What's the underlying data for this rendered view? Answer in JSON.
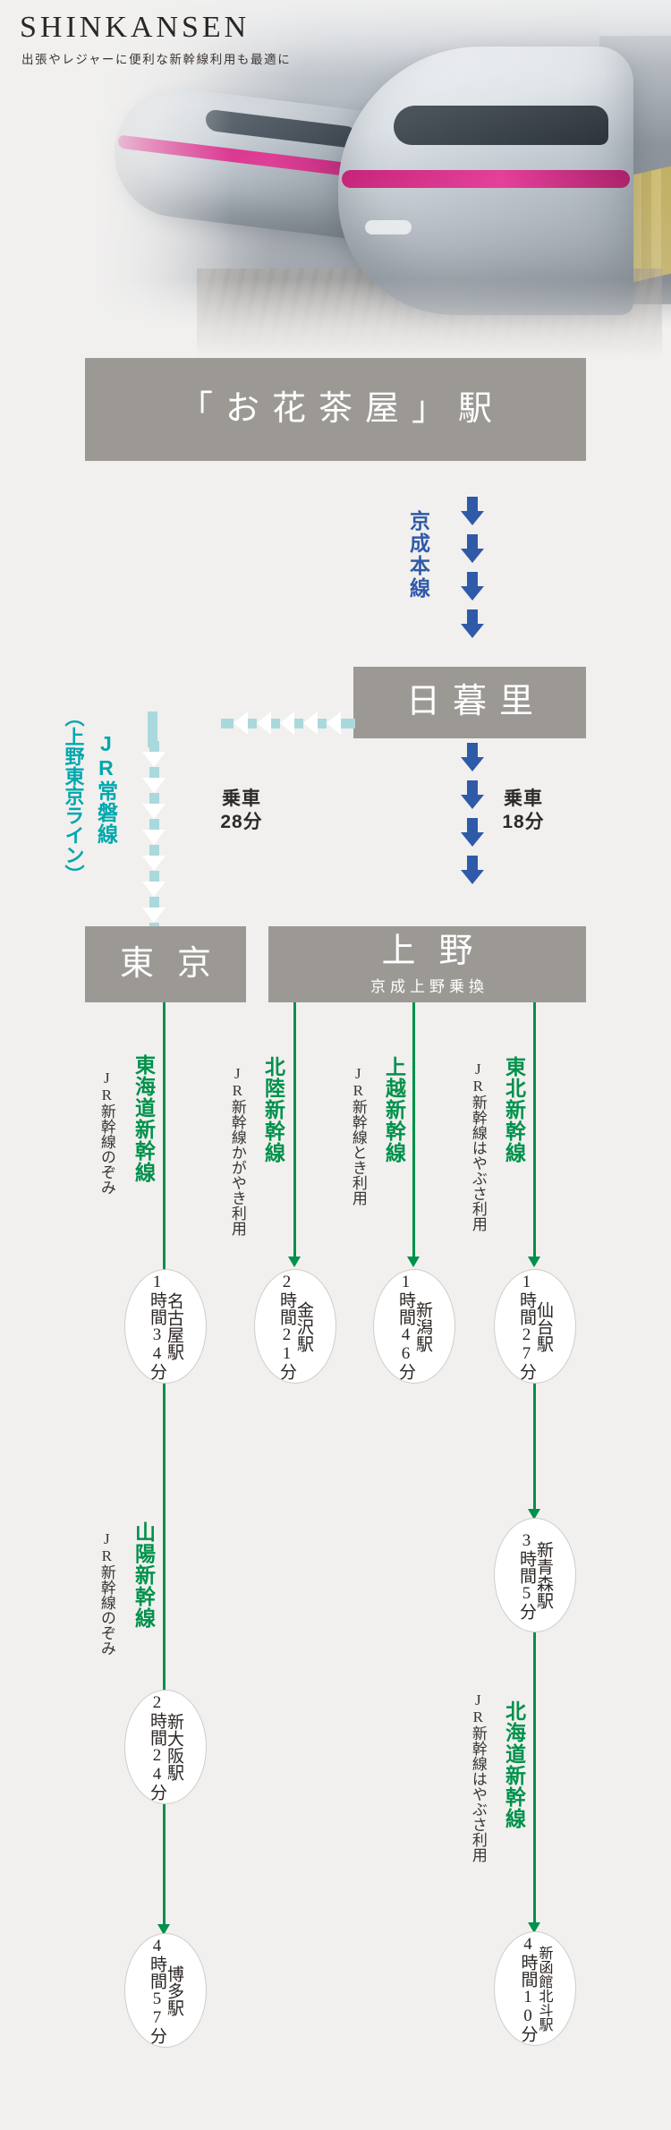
{
  "header": {
    "brand": "SHINKANSEN",
    "subtitle": "出張やレジャーに便利な新幹線利用も最適に"
  },
  "colors": {
    "background": "#f1f0ef",
    "box_gray": "#9c9995",
    "keisei_blue": "#2f5aa8",
    "jr_joban_teal": "#00a8ad",
    "teal_light": "#a9d9dd",
    "shinkansen_green": "#00914a",
    "text_dark": "#2b2623"
  },
  "diagram": {
    "origin_station": {
      "name": "「お花茶屋」駅"
    },
    "nippori_station": {
      "name": "日暮里"
    },
    "tokyo_station": {
      "name": "東京"
    },
    "ueno_station": {
      "name": "上野",
      "sub": "京成上野乗換"
    },
    "keisei_line_label": "京成本線",
    "jr_line_label": "JR常磐線",
    "jr_line_label_paren": "（上野東京ライン）",
    "ride_tokyo": {
      "label": "乗車",
      "time": "28分"
    },
    "ride_ueno": {
      "label": "乗車",
      "time": "18分"
    }
  },
  "shinkansen_lines": [
    {
      "name": "東海道新幹線",
      "note": "JR新幹線のぞみ",
      "from": "東京",
      "stops": [
        {
          "station": "名古屋駅",
          "time": "1時間34分"
        }
      ]
    },
    {
      "name": "北陸新幹線",
      "note": "JR新幹線かがやき利用",
      "from": "東京",
      "stops": [
        {
          "station": "金沢駅",
          "time": "2時間21分"
        }
      ]
    },
    {
      "name": "上越新幹線",
      "note": "JR新幹線とき利用",
      "from": "上野",
      "stops": [
        {
          "station": "新潟駅",
          "time": "1時間46分"
        }
      ]
    },
    {
      "name": "東北新幹線",
      "note": "JR新幹線はやぶさ利用",
      "from": "上野",
      "stops": [
        {
          "station": "仙台駅",
          "time": "1時間27分"
        },
        {
          "station": "新青森駅",
          "time": "3時間5分"
        }
      ]
    },
    {
      "name": "山陽新幹線",
      "note": "JR新幹線のぞみ",
      "from": "名古屋駅",
      "stops": [
        {
          "station": "新大阪駅",
          "time": "2時間24分"
        },
        {
          "station": "博多駅",
          "time": "4時間57分"
        }
      ]
    },
    {
      "name": "北海道新幹線",
      "note": "JR新幹線はやぶさ利用",
      "from": "新青森駅",
      "stops": [
        {
          "station": "新函館北斗駅",
          "time": "4時間10分"
        }
      ]
    }
  ],
  "ovals": {
    "nagoya": {
      "station": "名古屋駅",
      "time": "1時間34分"
    },
    "kanazawa": {
      "station": "金沢駅",
      "time": "2時間21分"
    },
    "niigata": {
      "station": "新潟駅",
      "time": "1時間46分"
    },
    "sendai": {
      "station": "仙台駅",
      "time": "1時間27分"
    },
    "shinaomori": {
      "station": "新青森駅",
      "time": "3時間5分"
    },
    "shinosaka": {
      "station": "新大阪駅",
      "time": "2時間24分"
    },
    "hakata": {
      "station": "博多駅",
      "time": "4時間57分"
    },
    "hakodate": {
      "station": "新函館北斗駅",
      "time": "4時間10分"
    }
  },
  "labels": {
    "tokaido_name": "東海道新幹線",
    "tokaido_note": "JR新幹線のぞみ",
    "hokuriku_name": "北陸新幹線",
    "hokuriku_note": "JR新幹線かがやき利用",
    "joetsu_name": "上越新幹線",
    "joetsu_note": "JR新幹線とき利用",
    "tohoku_name": "東北新幹線",
    "tohoku_note": "JR新幹線はやぶさ利用",
    "sanyo_name": "山陽新幹線",
    "sanyo_note": "JR新幹線のぞみ",
    "hokkaido_name": "北海道新幹線",
    "hokkaido_note": "JR新幹線はやぶさ利用"
  }
}
